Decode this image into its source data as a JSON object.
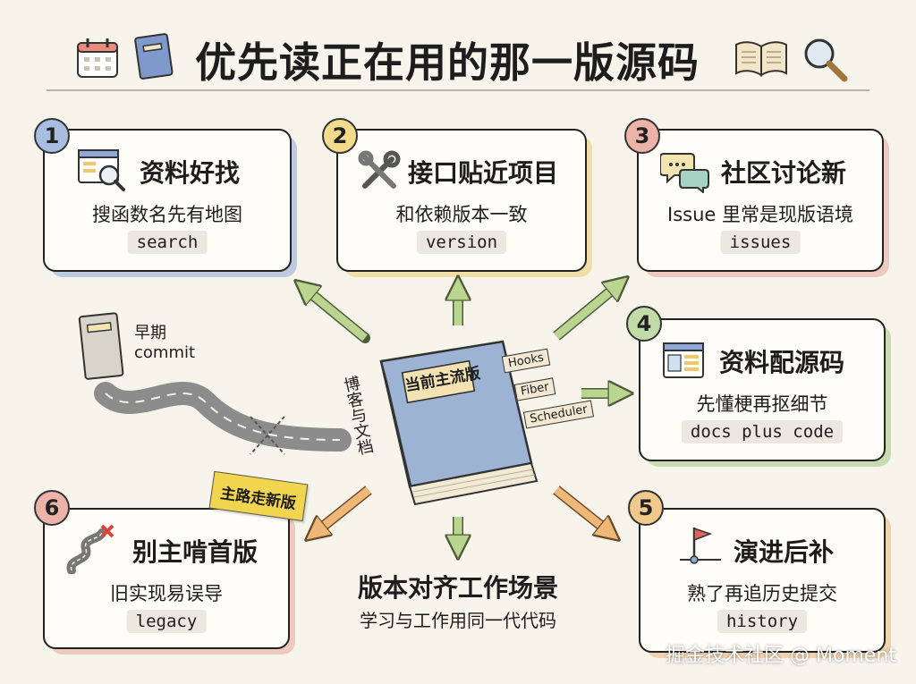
{
  "title": "优先读正在用的那一版源码",
  "cards": [
    {
      "num": "1",
      "title": "资料好找",
      "subtitle": "搜函数名先有地图",
      "tag": "search",
      "accent": "#8ea8d8"
    },
    {
      "num": "2",
      "title": "接口贴近项目",
      "subtitle": "和依赖版本一致",
      "tag": "version",
      "accent": "#e8cf7a"
    },
    {
      "num": "3",
      "title": "社区讨论新",
      "subtitle": "Issue 里常是现版语境",
      "tag": "issues",
      "accent": "#e7a59a"
    },
    {
      "num": "4",
      "title": "资料配源码",
      "subtitle": "先懂梗再抠细节",
      "tag": "docs plus code",
      "accent": "#a9cc8f"
    },
    {
      "num": "5",
      "title": "演进后补",
      "subtitle": "熟了再追历史提交",
      "tag": "history",
      "accent": "#e8b87a"
    },
    {
      "num": "6",
      "title": "别主啃首版",
      "subtitle": "旧实现易误导",
      "tag": "legacy",
      "accent": "#e7a59a"
    }
  ],
  "center": {
    "book_label": "当前主流版",
    "tabs": [
      "Hooks",
      "Fiber",
      "Scheduler"
    ],
    "side_label": "博客与文档",
    "bottom_title": "版本对齐工作场景",
    "bottom_subtitle": "学习与工作用同一代代码"
  },
  "early": {
    "line1": "早期",
    "line2": "commit"
  },
  "sticky": "主路走新版",
  "watermark": "掘金技术社区 @ Moment",
  "colors": {
    "arrow_green": "#b9d58f",
    "arrow_orange": "#f0b878",
    "book_blue": "#8fa6c8"
  }
}
